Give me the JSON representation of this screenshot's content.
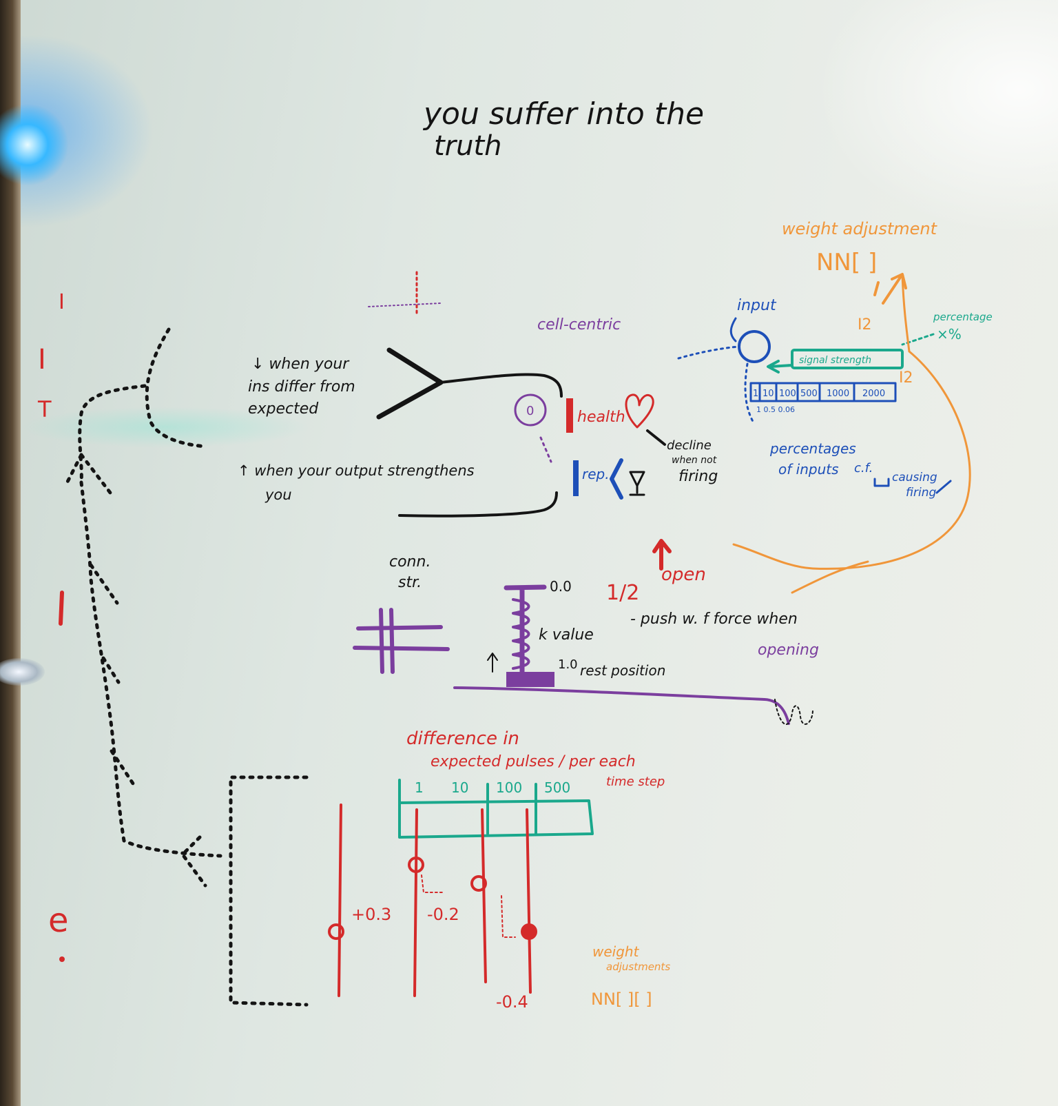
{
  "colors": {
    "black": "#141414",
    "red": "#d42a2a",
    "purple": "#7b3e9e",
    "blue": "#1d4fb8",
    "teal": "#1aa88c",
    "orange": "#f0963a"
  },
  "title": {
    "line1": "you suffer into the",
    "line2": "truth"
  },
  "left_margin": {
    "l1": "I",
    "l2": "I",
    "l3": "T",
    "l4": "e"
  },
  "neuron": {
    "cell_centric": "cell-centric",
    "note_in": [
      "↓ when your",
      "ins differ from",
      "expected"
    ],
    "note_out": [
      "↑ when your output strengthens",
      "you"
    ],
    "nucleus": "0",
    "health": "health",
    "health_note": [
      "decline",
      "when not",
      "firing"
    ],
    "rep": "rep."
  },
  "input_diagram": {
    "weight_label": "weight adjustment",
    "nn": "NN[ ]",
    "input": "input",
    "i2_upper": "I2",
    "i2_lower": "I2",
    "percentage": "percentage",
    "x_pct": "×%",
    "signal_box": "signal strength",
    "buckets": [
      "1",
      "10",
      "100",
      "500",
      "1000",
      "2000"
    ],
    "small_values": "1  0.5  0.06",
    "note": [
      "percentages",
      "of inputs"
    ],
    "cf": "c.f.",
    "causing": [
      "causing",
      "firing"
    ]
  },
  "spring": {
    "conn_label": [
      "conn.",
      "str."
    ],
    "top_value": "0.0",
    "half": "1/2",
    "open": "open",
    "k_value": "k value",
    "push_note": [
      "- push w. f force when",
      "opening"
    ],
    "rest_value": "1.0",
    "rest_note": "rest position"
  },
  "difference": {
    "title": [
      "difference in",
      "expected pulses / per each",
      "time step"
    ],
    "columns": [
      "1",
      "10",
      "100",
      "500"
    ],
    "val_a": "+0.3",
    "val_b": "-0.2",
    "val_c": "-0.4",
    "weight_note": [
      "weight",
      "adjustments"
    ],
    "nn2": "NN[ ][ ]"
  }
}
